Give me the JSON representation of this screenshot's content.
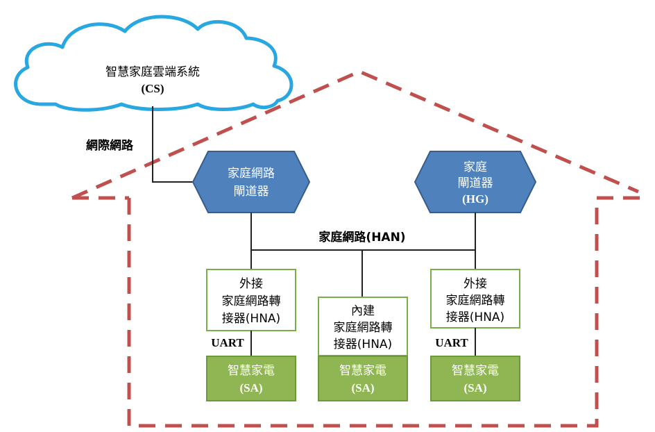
{
  "cloud": {
    "line1": "智慧家庭雲端系統",
    "line2": "(CS)"
  },
  "internet_label": "網際網路",
  "han_label": "家庭網路(HAN)",
  "gateway_left": {
    "line1": "家庭網路",
    "line2": "閘道器"
  },
  "gateway_right": {
    "line1": "家庭",
    "line2": "閘道器",
    "line3": "(HG)"
  },
  "hna_left": {
    "line1": "外接",
    "line2": "家庭網路轉",
    "line3": "接器(HNA)"
  },
  "hna_mid": {
    "line1": "內建",
    "line2": "家庭網路轉",
    "line3": "接器(HNA)"
  },
  "hna_right": {
    "line1": "外接",
    "line2": "家庭網路轉",
    "line3": "接器(HNA)"
  },
  "uart_left": "UART",
  "uart_right": "UART",
  "sa_left": {
    "line1": "智慧家電",
    "line2": "(SA)"
  },
  "sa_mid": {
    "line1": "智慧家電",
    "line2": "(SA)"
  },
  "sa_right": {
    "line1": "智慧家電",
    "line2": "(SA)"
  },
  "colors": {
    "house_dash": "#c0504d",
    "gateway_fill": "#4f81bd",
    "gateway_stroke": "#385d8a",
    "hna_stroke": "#77b047",
    "sa_fill": "#8fb653",
    "sa_stroke": "#6a9a3a",
    "cloud_stroke": "#29a7e1"
  }
}
